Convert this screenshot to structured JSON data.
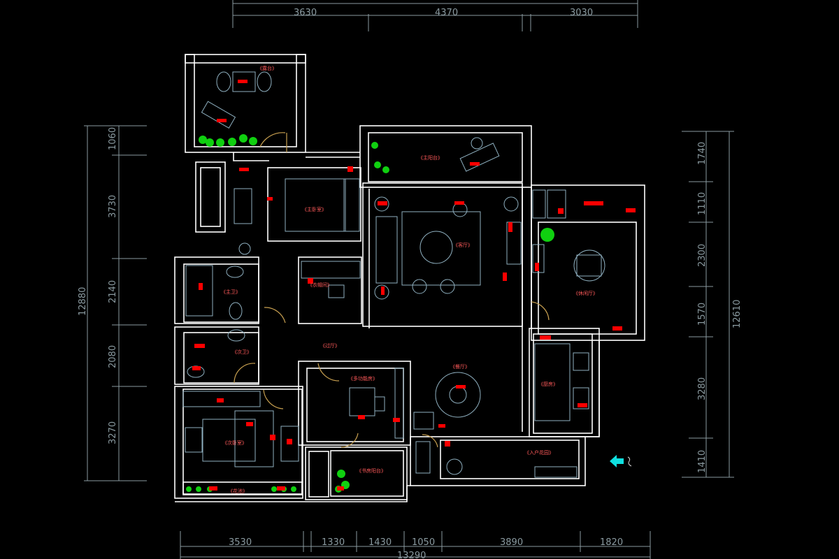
{
  "dimensions": {
    "top": [
      "3630",
      "4370",
      "3030"
    ],
    "bottom": [
      "3530",
      "1330",
      "1430",
      "1050",
      "3890",
      "1820"
    ],
    "bottom_total": "13290",
    "left": [
      "1060",
      "3730",
      "2140",
      "2080",
      "3270"
    ],
    "left_total": "12880",
    "right": [
      "1740",
      "1110",
      "2300",
      "1570",
      "3280",
      "1410"
    ],
    "right_total": "12610"
  },
  "rooms": {
    "balcony_top": "《露台》",
    "master_bedroom": "《主卧室》",
    "master_balcony": "《主阳台》",
    "living_room": "《客厅》",
    "leisure_hall": "《休闲厅》",
    "bathroom_main": "《主卫》",
    "walk_in_closet": "《衣帽间》",
    "bathroom_guest": "《次卫》",
    "corridor": "《过厅》",
    "multi_function": "《多功能房》",
    "dining": "《餐厅》",
    "kitchen": "《厨房》",
    "second_bedroom": "《次卧室》",
    "study_balcony": "《书房阳台》",
    "entry_garden": "《入户花园》",
    "flower_bed": "《花池》"
  },
  "icons": {
    "entry_arrow": "entry-arrow-icon"
  },
  "colors": {
    "background": "#000000",
    "walls": "#ffffff",
    "dimensions": "#8a9aa0",
    "labels": "#ff5a5a",
    "markers": "#ff0000",
    "plants": "#10d010",
    "entry_arrow": "#10e0e0"
  }
}
